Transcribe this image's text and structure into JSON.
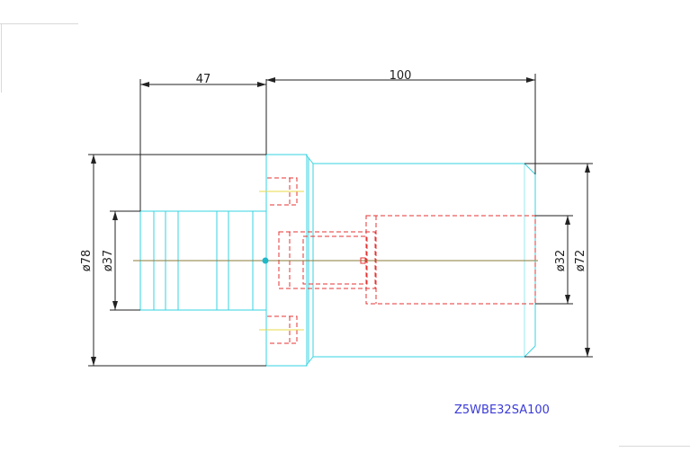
{
  "drawing": {
    "part_number": "Z5WBE32SA100",
    "dimensions": {
      "shank_length": "47",
      "body_length": "100",
      "flange_diameter": "ø78",
      "shank_diameter": "ø37",
      "bore_diameter": "ø32",
      "body_diameter": "ø72"
    }
  },
  "colors": {
    "outline": "#35d3e0",
    "hidden": "#e53333",
    "dimension": "#222222",
    "centerline": "#8a7a3a",
    "yellow": "#e8d84a",
    "part_code": "#3a3ad8"
  }
}
